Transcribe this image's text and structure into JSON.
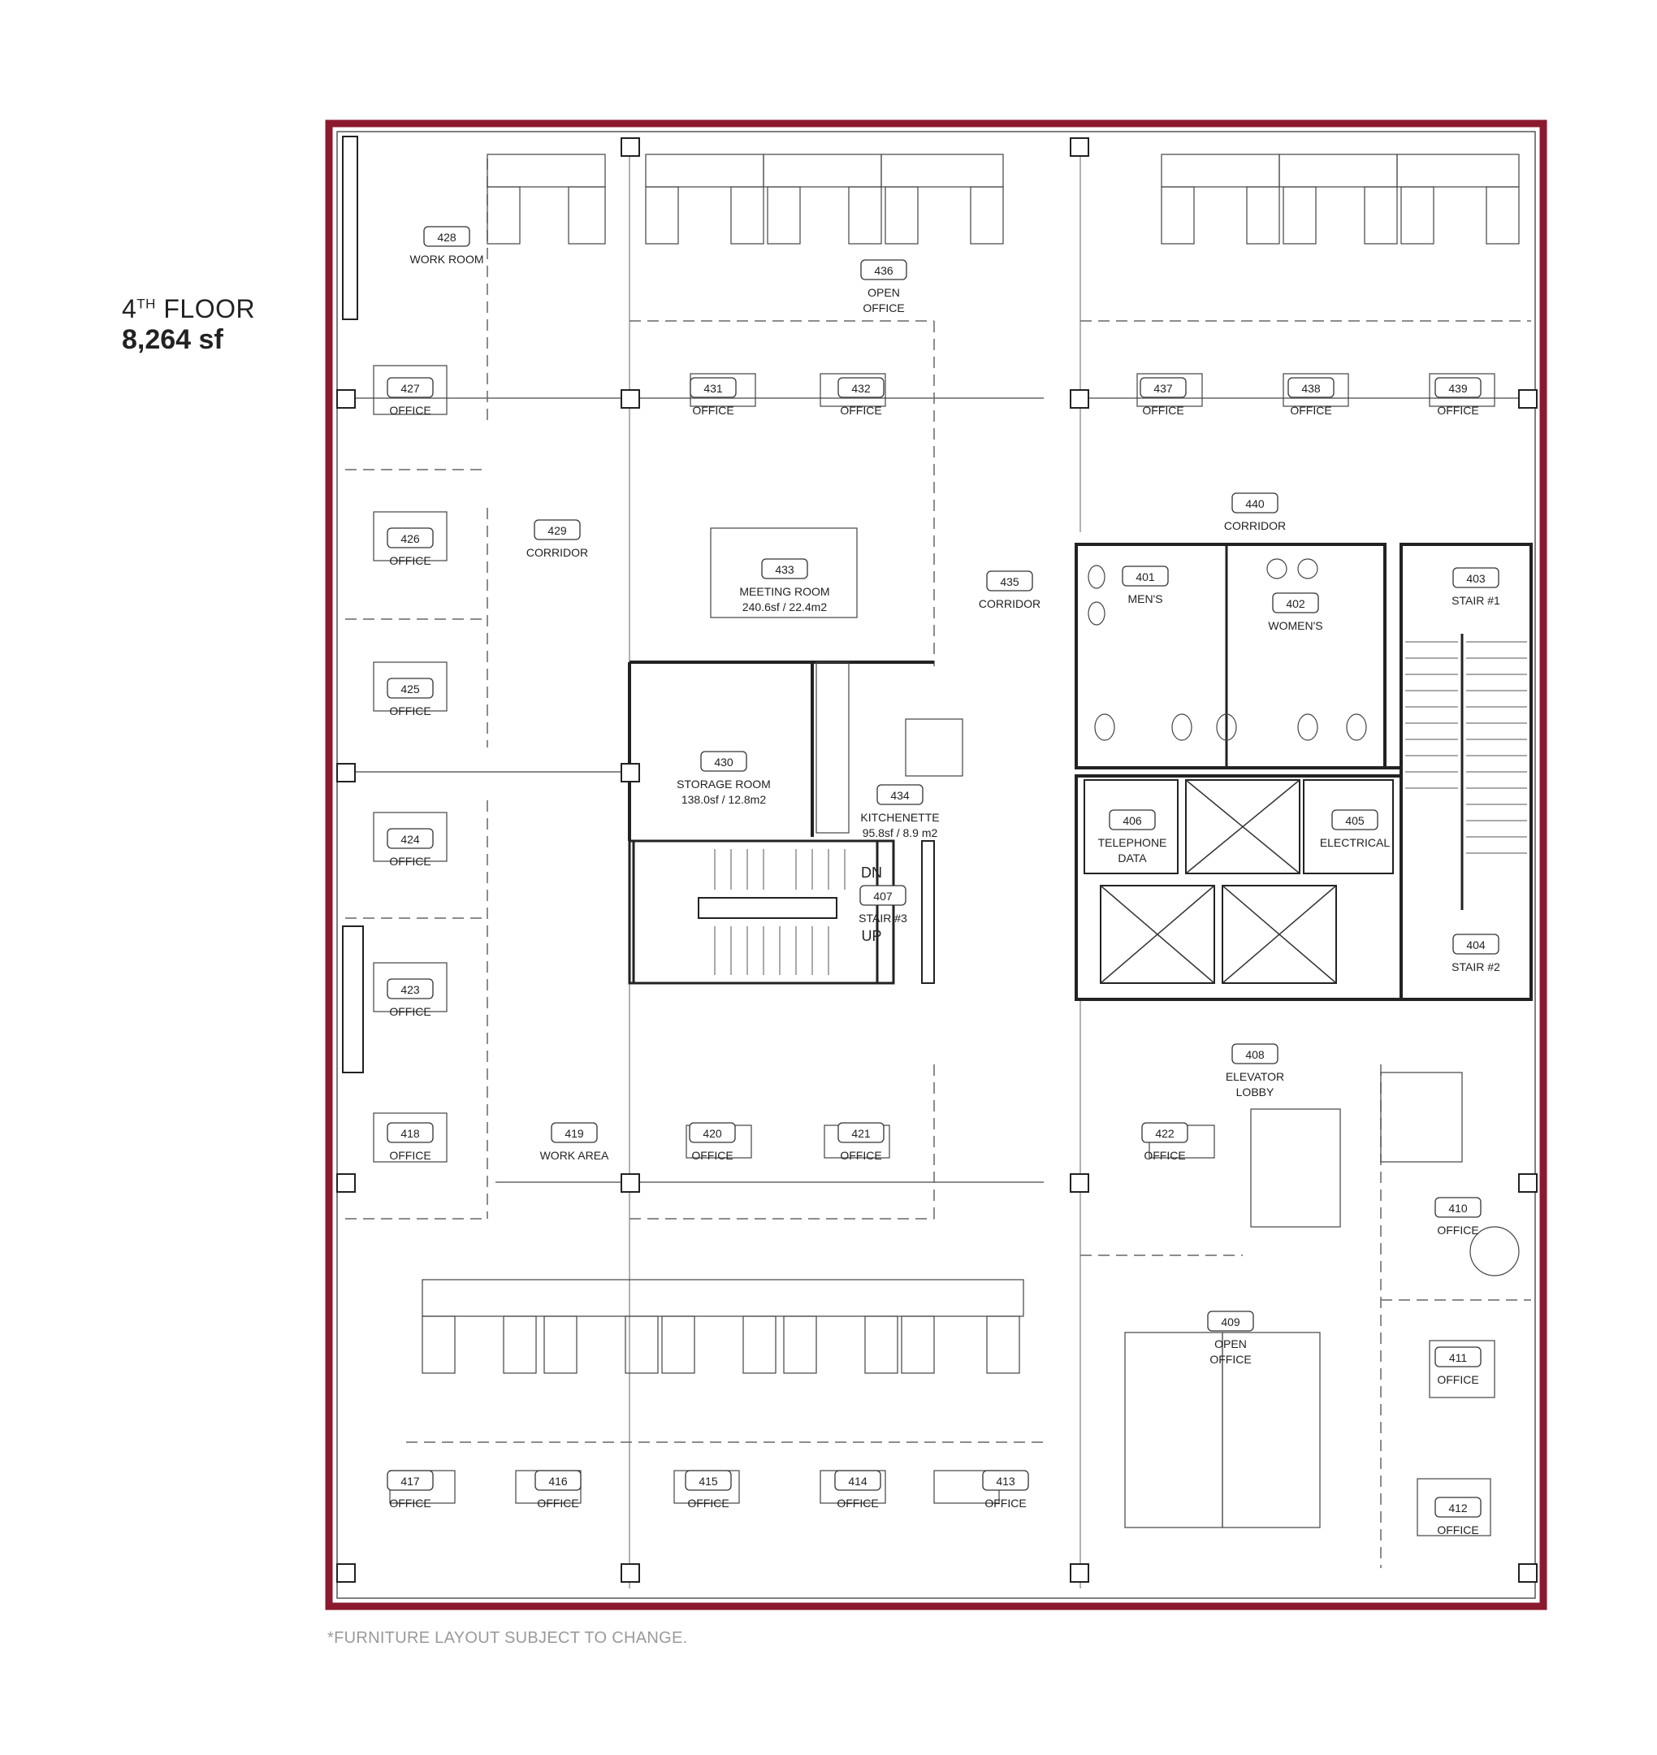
{
  "floor": {
    "ordinal": "4",
    "ordinal_suffix": "TH",
    "floor_word": "FLOOR",
    "area": "8,264 sf"
  },
  "footnote": "*FURNITURE LAYOUT SUBJECT TO CHANGE.",
  "colors": {
    "border": "#8b1a2e",
    "lines": "#333333"
  },
  "rooms": [
    {
      "number": "428",
      "lines": [
        "WORK ROOM"
      ]
    },
    {
      "number": "436",
      "lines": [
        "OPEN",
        "OFFICE"
      ]
    },
    {
      "number": "427",
      "lines": [
        "OFFICE"
      ]
    },
    {
      "number": "431",
      "lines": [
        "OFFICE"
      ]
    },
    {
      "number": "432",
      "lines": [
        "OFFICE"
      ]
    },
    {
      "number": "437",
      "lines": [
        "OFFICE"
      ]
    },
    {
      "number": "438",
      "lines": [
        "OFFICE"
      ]
    },
    {
      "number": "439",
      "lines": [
        "OFFICE"
      ]
    },
    {
      "number": "440",
      "lines": [
        "CORRIDOR"
      ]
    },
    {
      "number": "426",
      "lines": [
        "OFFICE"
      ]
    },
    {
      "number": "429",
      "lines": [
        "CORRIDOR"
      ]
    },
    {
      "number": "433",
      "lines": [
        "MEETING ROOM",
        "240.6sf / 22.4m2"
      ]
    },
    {
      "number": "435",
      "lines": [
        "CORRIDOR"
      ]
    },
    {
      "number": "401",
      "lines": [
        "MEN'S"
      ]
    },
    {
      "number": "402",
      "lines": [
        "WOMEN'S"
      ]
    },
    {
      "number": "403",
      "lines": [
        "STAIR #1"
      ]
    },
    {
      "number": "425",
      "lines": [
        "OFFICE"
      ]
    },
    {
      "number": "430",
      "lines": [
        "STORAGE ROOM",
        "138.0sf / 12.8m2"
      ]
    },
    {
      "number": "434",
      "lines": [
        "KITCHENETTE",
        "95.8sf / 8.9 m2"
      ]
    },
    {
      "number": "406",
      "lines": [
        "TELEPHONE",
        "DATA"
      ]
    },
    {
      "number": "405",
      "lines": [
        "ELECTRICAL"
      ]
    },
    {
      "number": "424",
      "lines": [
        "OFFICE"
      ]
    },
    {
      "number": "407",
      "lines": [
        "STAIR #3"
      ]
    },
    {
      "number": "404",
      "lines": [
        "STAIR #2"
      ]
    },
    {
      "number": "423",
      "lines": [
        "OFFICE"
      ]
    },
    {
      "number": "408",
      "lines": [
        "ELEVATOR",
        "LOBBY"
      ]
    },
    {
      "number": "418",
      "lines": [
        "OFFICE"
      ]
    },
    {
      "number": "419",
      "lines": [
        "WORK AREA"
      ]
    },
    {
      "number": "420",
      "lines": [
        "OFFICE"
      ]
    },
    {
      "number": "421",
      "lines": [
        "OFFICE"
      ]
    },
    {
      "number": "422",
      "lines": [
        "OFFICE"
      ]
    },
    {
      "number": "410",
      "lines": [
        "OFFICE"
      ]
    },
    {
      "number": "409",
      "lines": [
        "OPEN",
        "OFFICE"
      ]
    },
    {
      "number": "411",
      "lines": [
        "OFFICE"
      ]
    },
    {
      "number": "417",
      "lines": [
        "OFFICE"
      ]
    },
    {
      "number": "416",
      "lines": [
        "OFFICE"
      ]
    },
    {
      "number": "415",
      "lines": [
        "OFFICE"
      ]
    },
    {
      "number": "414",
      "lines": [
        "OFFICE"
      ]
    },
    {
      "number": "413",
      "lines": [
        "OFFICE"
      ]
    },
    {
      "number": "412",
      "lines": [
        "OFFICE"
      ]
    }
  ],
  "stair_labels": {
    "down": "DN",
    "up": "UP"
  }
}
